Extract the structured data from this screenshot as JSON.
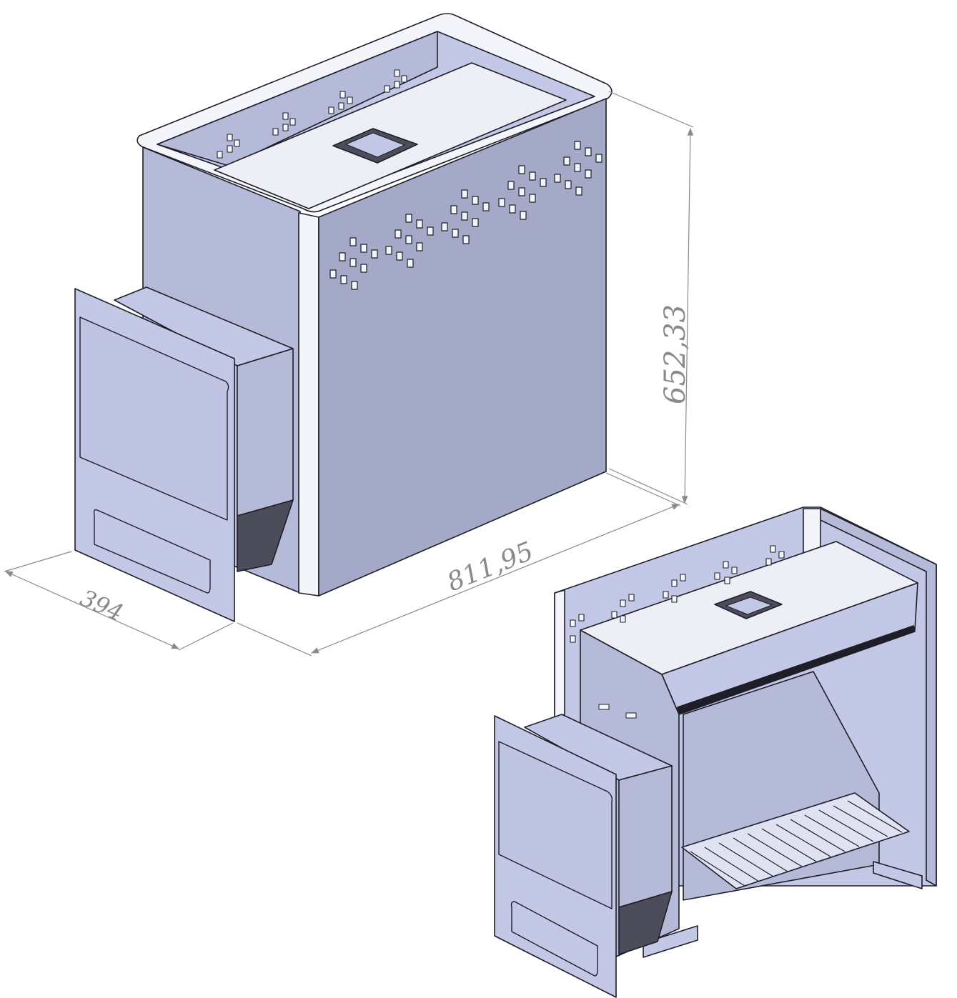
{
  "dimensions": {
    "height_label": "652,33",
    "length_label": "811,95",
    "depth_label": "394"
  },
  "colors": {
    "panel_light": "#c3c8e6",
    "panel_mid": "#b5bad8",
    "panel_dark": "#a3a9c6",
    "edge_white": "#f4f5fb",
    "shadow_dark": "#4b4d5a",
    "outline": "#1e1e28",
    "dimension_line": "#8a8a8a"
  }
}
